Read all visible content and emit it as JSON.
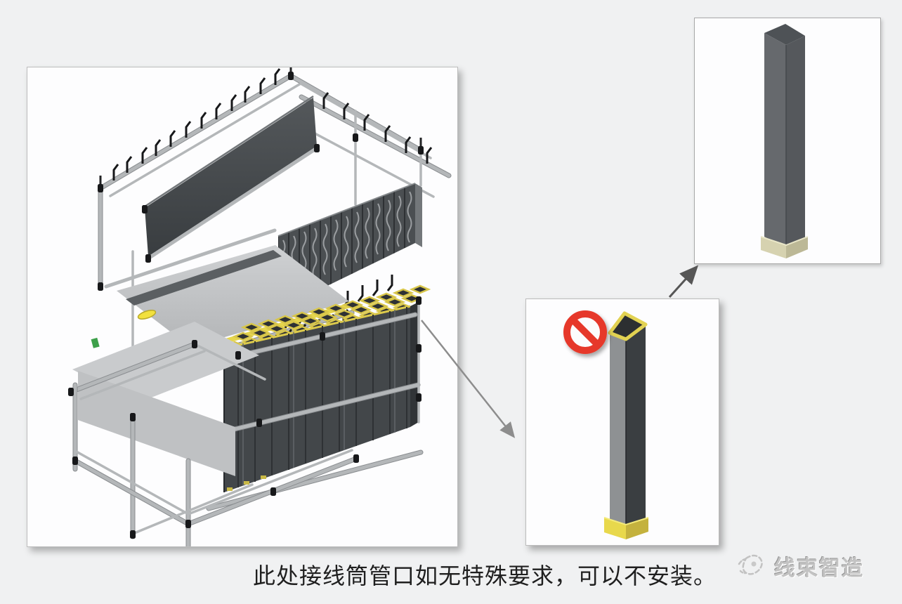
{
  "page": {
    "background_color": "#f0f1f2",
    "caption": "此处接线筒管口如无特殊要求，可以不安装。",
    "watermark": {
      "text": "线束智造",
      "icon": "sketch-globe-icon"
    }
  },
  "figure": {
    "main_panel": "isometric 3D render of a pipe-rack wire-harness assembly station with hook rails, corrugated divider wall and banks of square wire tubes",
    "detail_panel_prohibited": "square wire tube with open yellow-rimmed mouth fitting, marked with a prohibition symbol",
    "detail_panel_plain": "square wire tube column with plain capped top and pale base",
    "icons": {
      "prohibition": "no-prohibition-icon",
      "watermark_logo": "sketch-globe-icon"
    },
    "colors": {
      "prohibition_red": "#e6392a",
      "fitting_yellow": "#e2d252",
      "tube_dark_gray": "#43474a",
      "pipe_silver": "#b4b7b9",
      "joint_black": "#17181a",
      "arrow_gray": "#8d8d8d",
      "surface_gray": "#c7c9cb"
    }
  }
}
